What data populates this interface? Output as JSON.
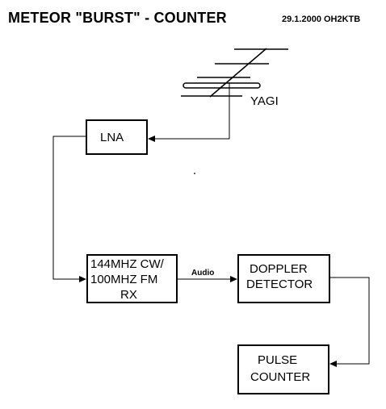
{
  "header": {
    "title": "METEOR \"BURST\" - COUNTER",
    "date": "29.1.2000 OH2KTB"
  },
  "antenna": {
    "label": "YAGI"
  },
  "blocks": {
    "lna": {
      "label": "LNA"
    },
    "rx": {
      "line1": "144MHZ CW/",
      "line2": "100MHZ FM",
      "line3": "RX"
    },
    "doppler": {
      "line1": "DOPPLER",
      "line2": "DETECTOR"
    },
    "counter": {
      "line1": "PULSE",
      "line2": "COUNTER"
    }
  },
  "connections": {
    "audio_label": "Audio"
  }
}
